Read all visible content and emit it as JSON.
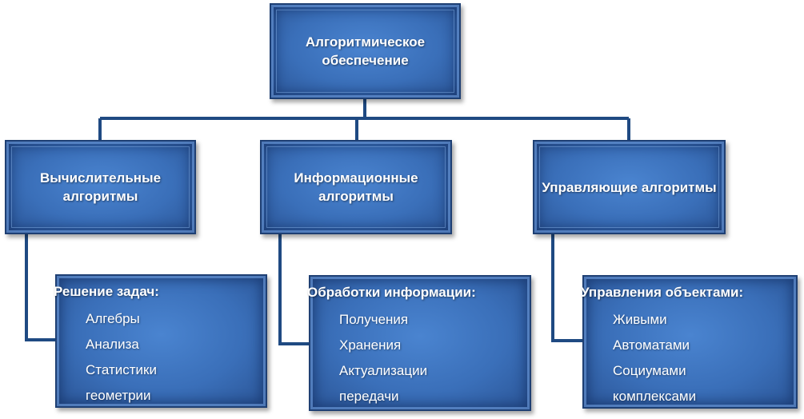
{
  "root": {
    "label": "Алгоритмическое\nобеспечение"
  },
  "branches": [
    {
      "label": "Вычислительные\nалгоритмы",
      "detail": {
        "heading": "Решение задач:",
        "items": [
          "Алгебры",
          "Анализа",
          "Статистики",
          "геометрии"
        ]
      }
    },
    {
      "label": "Информационные\nалгоритмы",
      "detail": {
        "heading": "Обработки информации:",
        "items": [
          "Получения",
          "Хранения",
          "Актуализации",
          "передачи"
        ]
      }
    },
    {
      "label": "Управляющие алгоритмы",
      "detail": {
        "heading": "Управления объектами:",
        "items": [
          "Живыми",
          "Автоматами",
          "Социумами",
          "комплексами"
        ]
      }
    }
  ],
  "colors": {
    "box": "#3a6fb9",
    "box_border": "#1e3f73",
    "connector": "#1f4a82",
    "text": "#ffffff"
  }
}
